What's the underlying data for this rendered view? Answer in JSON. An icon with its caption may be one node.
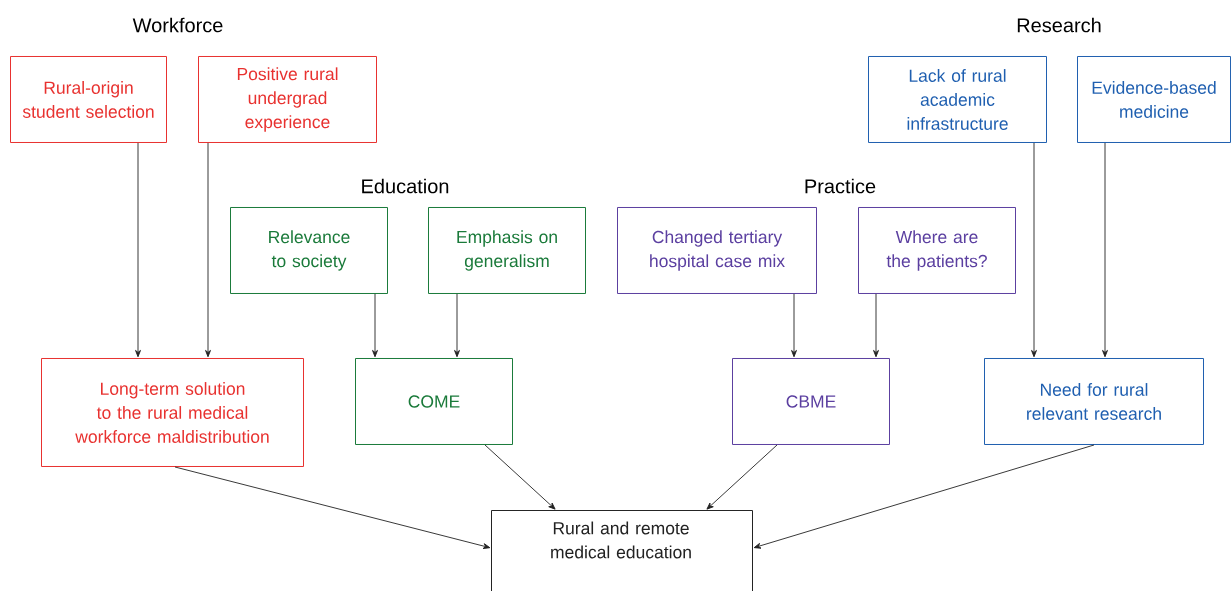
{
  "diagram": {
    "nodes": [
      {
        "text": [
          "Rural-origin student selection"
        ]
      },
      {
        "text": [
          "Positive rural undergrad experience"
        ]
      },
      {
        "text": [
          "Lack of rural academic infrastructure"
        ]
      },
      {
        "text": [
          "Evidence-based medicine"
        ]
      },
      {
        "text": [
          "Relevance to society"
        ]
      },
      {
        "text": [
          "Emphasis on generalism"
        ]
      },
      {
        "text": [
          "Changed tertiary hospital case mix"
        ]
      },
      {
        "text": [
          "Where are the patients?"
        ]
      },
      {
        "text": [
          "Long-term solution to the rural medical workforce maldistribution"
        ]
      },
      {
        "text": [
          "COME"
        ]
      },
      {
        "text": [
          "CBME"
        ]
      },
      {
        "text": [
          "Need for rural relevant research"
        ]
      },
      {
        "text": [
          "Rural and remote medical education"
        ]
      }
    ],
    "edges": [
      {
        "from": 0,
        "to": 8,
        "arrow": "to"
      },
      {
        "from": 1,
        "to": 8,
        "arrow": "to"
      },
      {
        "from": 4,
        "to": 9,
        "arrow": "to"
      },
      {
        "from": 5,
        "to": 9,
        "arrow": "to"
      },
      {
        "from": 6,
        "to": 10,
        "arrow": "to"
      },
      {
        "from": 7,
        "to": 10,
        "arrow": "to"
      },
      {
        "from": 2,
        "to": 11,
        "arrow": "to"
      },
      {
        "from": 3,
        "to": 11,
        "arrow": "to"
      },
      {
        "from": 8,
        "to": 12,
        "arrow": "to"
      },
      {
        "from": 9,
        "to": 12,
        "arrow": "to"
      },
      {
        "from": 10,
        "to": 12,
        "arrow": "to"
      },
      {
        "from": 11,
        "to": 12,
        "arrow": "to"
      }
    ],
    "labels": [
      "Workforce",
      "Research",
      "Education",
      "Practice"
    ]
  }
}
